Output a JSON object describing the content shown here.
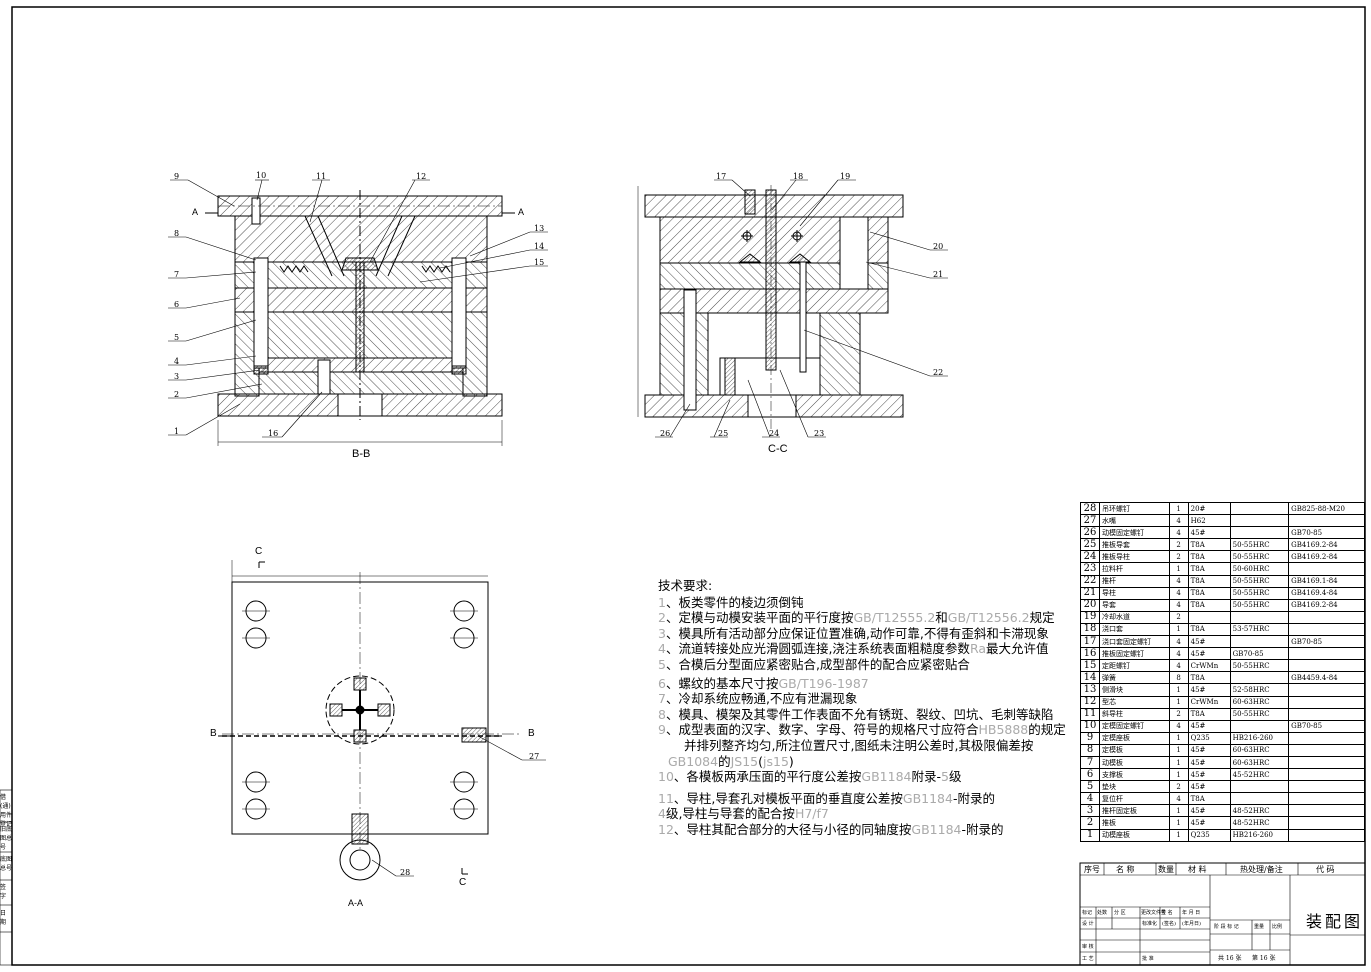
{
  "sections": {
    "bb": "B-B",
    "cc": "C-C",
    "aa": "A-A",
    "a_mark": "A",
    "b_mark": "B",
    "c_mark": "C"
  },
  "callouts_bb": [
    "9",
    "10",
    "11",
    "12",
    "13",
    "14",
    "15",
    "8",
    "7",
    "6",
    "5",
    "4",
    "3",
    "2",
    "1",
    "16"
  ],
  "callouts_cc": [
    "17",
    "18",
    "19",
    "20",
    "21",
    "22",
    "26",
    "25",
    "24",
    "23"
  ],
  "callouts_aa": [
    "27",
    "28"
  ],
  "tech": {
    "heading": "技术要求:",
    "items": [
      {
        "num": "1",
        "text": "、板类零件的棱边须倒钝"
      },
      {
        "num": "2",
        "text": "、定模与动模安装平面的平行度按",
        "ref1": "GB/T12555.2",
        "mid": "和",
        "ref2": "GB/T12556.2",
        "tail": "规定"
      },
      {
        "num": "3",
        "text": "、模具所有活动部分应保证位置准确,动作可靠,不得有歪斜和卡滞现象"
      },
      {
        "num": "4",
        "text": "、流道转接处应光滑圆弧连接,浇注系统表面粗糙度参数",
        "ref1": "Ra",
        "tail": "最大允许值"
      },
      {
        "num": "5",
        "text": "、合模后分型面应紧密贴合,成型部件的配合应紧密贴合"
      },
      {
        "num": "6",
        "text": "、螺纹的基本尺寸按",
        "ref1": "GB/T196-1987"
      },
      {
        "num": "7",
        "text": "、冷却系统应畅通,不应有泄漏现象"
      },
      {
        "num": "8",
        "text": "、模具、模架及其零件工作表面不允有锈斑、裂纹、凹坑、毛刺等缺陷"
      },
      {
        "num": "9",
        "text": "、成型表面的汉字、数字、字母、符号的规格尺寸应符合",
        "ref1": "HB5888",
        "tail": "的规定"
      },
      {
        "num": "",
        "text": "并排列整齐均匀,所注位置尺寸,图纸未注明公差时,其极限偏差按"
      },
      {
        "num": "",
        "text": "的",
        "ref0": "GB1084",
        "ref1": "JS15",
        "mid": "(",
        "ref2": "js15",
        "tail": ")"
      },
      {
        "num": "10",
        "text": "、各模板两承压面的平行度公差按",
        "ref1": "GB1184",
        "tail": "附录-",
        "ref2": "5",
        "tail2": "级"
      },
      {
        "num": "11",
        "text": "、导柱,导套孔对模板平面的垂直度公差按",
        "ref1": "GB1184",
        "tail": "-附录的"
      },
      {
        "num": "",
        "pre": "4",
        "text": "级,导柱与导套的配合按",
        "ref1": "H7/f7"
      },
      {
        "num": "12",
        "text": "、导柱其配合部分的大径与小径的同轴度按",
        "ref1": "GB1184",
        "tail": "-附录的"
      }
    ]
  },
  "bom": [
    {
      "n": "28",
      "name": "吊环螺钉",
      "q": "1",
      "mat": "20#",
      "heat": "",
      "code": "GB825-88-M20"
    },
    {
      "n": "27",
      "name": "水嘴",
      "q": "4",
      "mat": "H62",
      "heat": "",
      "code": ""
    },
    {
      "n": "26",
      "name": "动模固定螺钉",
      "q": "4",
      "mat": "45#",
      "heat": "",
      "code": "GB70-85"
    },
    {
      "n": "25",
      "name": "推板导套",
      "q": "2",
      "mat": "T8A",
      "heat": "50-55HRC",
      "code": "GB4169.2-84"
    },
    {
      "n": "24",
      "name": "推板导柱",
      "q": "2",
      "mat": "T8A",
      "heat": "50-55HRC",
      "code": "GB4169.2-84"
    },
    {
      "n": "23",
      "name": "拉料杆",
      "q": "1",
      "mat": "T8A",
      "heat": "50-60HRC",
      "code": ""
    },
    {
      "n": "22",
      "name": "推杆",
      "q": "4",
      "mat": "T8A",
      "heat": "50-55HRC",
      "code": "GB4169.1-84"
    },
    {
      "n": "21",
      "name": "导柱",
      "q": "4",
      "mat": "T8A",
      "heat": "50-55HRC",
      "code": "GB4169.4-84"
    },
    {
      "n": "20",
      "name": "导套",
      "q": "4",
      "mat": "T8A",
      "heat": "50-55HRC",
      "code": "GB4169.2-84"
    },
    {
      "n": "19",
      "name": "冷却水道",
      "q": "2",
      "mat": "",
      "heat": "",
      "code": ""
    },
    {
      "n": "18",
      "name": "浇口套",
      "q": "1",
      "mat": "T8A",
      "heat": "53-57HRC",
      "code": ""
    },
    {
      "n": "17",
      "name": "浇口套固定螺钉",
      "q": "4",
      "mat": "45#",
      "heat": "",
      "code": "GB70-85"
    },
    {
      "n": "16",
      "name": "推板固定螺钉",
      "q": "4",
      "mat": "45#",
      "heat": "GB70-85",
      "code": ""
    },
    {
      "n": "15",
      "name": "定距螺钉",
      "q": "4",
      "mat": "CrWMn",
      "heat": "50-55HRC",
      "code": ""
    },
    {
      "n": "14",
      "name": "弹簧",
      "q": "8",
      "mat": "T8A",
      "heat": "",
      "code": "GB4459.4-84"
    },
    {
      "n": "13",
      "name": "侧滑块",
      "q": "1",
      "mat": "45#",
      "heat": "52-58HRC",
      "code": ""
    },
    {
      "n": "12",
      "name": "型芯",
      "q": "1",
      "mat": "CrWMn",
      "heat": "60-63HRC",
      "code": ""
    },
    {
      "n": "11",
      "name": "斜导柱",
      "q": "2",
      "mat": "T8A",
      "heat": "50-55HRC",
      "code": ""
    },
    {
      "n": "10",
      "name": "定模固定螺钉",
      "q": "4",
      "mat": "45#",
      "heat": "",
      "code": "GB70-85"
    },
    {
      "n": "9",
      "name": "定模座板",
      "q": "1",
      "mat": "Q235",
      "heat": "HB216-260",
      "code": ""
    },
    {
      "n": "8",
      "name": "定模板",
      "q": "1",
      "mat": "45#",
      "heat": "60-63HRC",
      "code": ""
    },
    {
      "n": "7",
      "name": "动模板",
      "q": "1",
      "mat": "45#",
      "heat": "60-63HRC",
      "code": ""
    },
    {
      "n": "6",
      "name": "支撑板",
      "q": "1",
      "mat": "45#",
      "heat": "45-52HRC",
      "code": ""
    },
    {
      "n": "5",
      "name": "垫块",
      "q": "2",
      "mat": "45#",
      "heat": "",
      "code": ""
    },
    {
      "n": "4",
      "name": "复位杆",
      "q": "4",
      "mat": "T8A",
      "heat": "",
      "code": ""
    },
    {
      "n": "3",
      "name": "推杆固定板",
      "q": "1",
      "mat": "45#",
      "heat": "48-52HRC",
      "code": ""
    },
    {
      "n": "2",
      "name": "推板",
      "q": "1",
      "mat": "45#",
      "heat": "48-52HRC",
      "code": ""
    },
    {
      "n": "1",
      "name": "动模座板",
      "q": "1",
      "mat": "Q235",
      "heat": "HB216-260",
      "code": ""
    }
  ],
  "bom_header": {
    "n": "序号",
    "name": "名  称",
    "q": "数量",
    "mat": "材  料",
    "heat": "热处理/备注",
    "code": "代  码"
  },
  "titleblock": {
    "title": "装配图",
    "sheets": "共 16 张",
    "sheet_no": "第 16 张",
    "labels": [
      "标记",
      "处数",
      "分 区",
      "更改文件号",
      "签 名",
      "年 月 日",
      "设 计",
      "标准化",
      "(签名)",
      "(年月日)",
      "阶 段 标 记",
      "重量",
      "比例",
      "审 核",
      "工 艺",
      "批 准"
    ]
  },
  "left_strip": [
    "借(通)用件登记",
    "旧底图总号",
    "底图总号",
    "签 字",
    "日 期"
  ]
}
